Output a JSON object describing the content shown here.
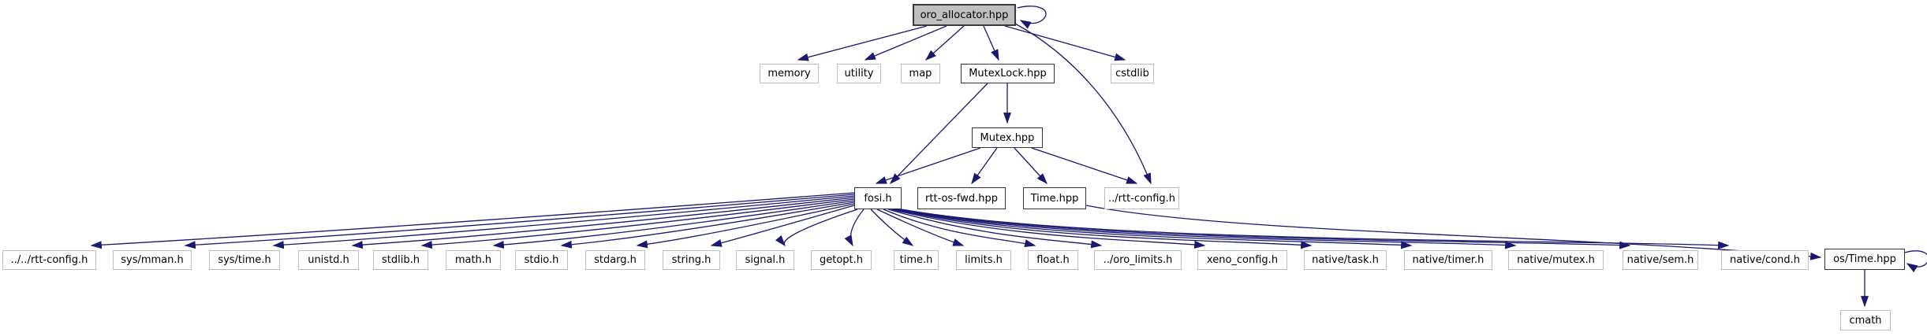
{
  "diagram": {
    "kind": "include-dependency-graph",
    "root_label": "oro_allocator.hpp",
    "colors": {
      "edge": "#191970",
      "root_fill": "#bfbfbf",
      "linked_border": "#353535",
      "plain_border": "#babfc4",
      "node_fill": "#fefefe",
      "text": "#000000"
    },
    "nodes": [
      {
        "label": "oro_allocator.hpp",
        "root": true,
        "linked": false
      },
      {
        "label": "memory",
        "linked": false
      },
      {
        "label": "utility",
        "linked": false
      },
      {
        "label": "map",
        "linked": false
      },
      {
        "label": "MutexLock.hpp",
        "linked": true
      },
      {
        "label": "cstdlib",
        "linked": false
      },
      {
        "label": "Mutex.hpp",
        "linked": true
      },
      {
        "label": "fosi.h",
        "linked": true
      },
      {
        "label": "rtt-os-fwd.hpp",
        "linked": true
      },
      {
        "label": "Time.hpp",
        "linked": true
      },
      {
        "label": "../rtt-config.h",
        "linked": false
      },
      {
        "label": "../../rtt-config.h",
        "linked": false
      },
      {
        "label": "sys/mman.h",
        "linked": false
      },
      {
        "label": "sys/time.h",
        "linked": false
      },
      {
        "label": "unistd.h",
        "linked": false
      },
      {
        "label": "stdlib.h",
        "linked": false
      },
      {
        "label": "math.h",
        "linked": false
      },
      {
        "label": "stdio.h",
        "linked": false
      },
      {
        "label": "stdarg.h",
        "linked": false
      },
      {
        "label": "string.h",
        "linked": false
      },
      {
        "label": "signal.h",
        "linked": false
      },
      {
        "label": "getopt.h",
        "linked": false
      },
      {
        "label": "time.h",
        "linked": false
      },
      {
        "label": "limits.h",
        "linked": false
      },
      {
        "label": "float.h",
        "linked": false
      },
      {
        "label": "../oro_limits.h",
        "linked": false
      },
      {
        "label": "xeno_config.h",
        "linked": false
      },
      {
        "label": "native/task.h",
        "linked": false
      },
      {
        "label": "native/timer.h",
        "linked": false
      },
      {
        "label": "native/mutex.h",
        "linked": false
      },
      {
        "label": "native/sem.h",
        "linked": false
      },
      {
        "label": "native/cond.h",
        "linked": false
      },
      {
        "label": "os/Time.hpp",
        "linked": true
      },
      {
        "label": "cmath",
        "linked": false
      }
    ],
    "edges": [
      {
        "from": "oro_allocator.hpp",
        "to": "oro_allocator.hpp"
      },
      {
        "from": "oro_allocator.hpp",
        "to": "memory"
      },
      {
        "from": "oro_allocator.hpp",
        "to": "utility"
      },
      {
        "from": "oro_allocator.hpp",
        "to": "map"
      },
      {
        "from": "oro_allocator.hpp",
        "to": "MutexLock.hpp"
      },
      {
        "from": "oro_allocator.hpp",
        "to": "cstdlib"
      },
      {
        "from": "oro_allocator.hpp",
        "to": "../rtt-config.h"
      },
      {
        "from": "MutexLock.hpp",
        "to": "Mutex.hpp"
      },
      {
        "from": "MutexLock.hpp",
        "to": "fosi.h"
      },
      {
        "from": "Mutex.hpp",
        "to": "fosi.h"
      },
      {
        "from": "Mutex.hpp",
        "to": "rtt-os-fwd.hpp"
      },
      {
        "from": "Mutex.hpp",
        "to": "Time.hpp"
      },
      {
        "from": "Mutex.hpp",
        "to": "../rtt-config.h"
      },
      {
        "from": "Time.hpp",
        "to": "os/Time.hpp"
      },
      {
        "from": "fosi.h",
        "to": "../../rtt-config.h"
      },
      {
        "from": "fosi.h",
        "to": "sys/mman.h"
      },
      {
        "from": "fosi.h",
        "to": "sys/time.h"
      },
      {
        "from": "fosi.h",
        "to": "unistd.h"
      },
      {
        "from": "fosi.h",
        "to": "stdlib.h"
      },
      {
        "from": "fosi.h",
        "to": "math.h"
      },
      {
        "from": "fosi.h",
        "to": "stdio.h"
      },
      {
        "from": "fosi.h",
        "to": "stdarg.h"
      },
      {
        "from": "fosi.h",
        "to": "string.h"
      },
      {
        "from": "fosi.h",
        "to": "signal.h"
      },
      {
        "from": "fosi.h",
        "to": "getopt.h"
      },
      {
        "from": "fosi.h",
        "to": "time.h"
      },
      {
        "from": "fosi.h",
        "to": "limits.h"
      },
      {
        "from": "fosi.h",
        "to": "float.h"
      },
      {
        "from": "fosi.h",
        "to": "../oro_limits.h"
      },
      {
        "from": "fosi.h",
        "to": "xeno_config.h"
      },
      {
        "from": "fosi.h",
        "to": "native/task.h"
      },
      {
        "from": "fosi.h",
        "to": "native/timer.h"
      },
      {
        "from": "fosi.h",
        "to": "native/mutex.h"
      },
      {
        "from": "fosi.h",
        "to": "native/sem.h"
      },
      {
        "from": "fosi.h",
        "to": "native/cond.h"
      },
      {
        "from": "os/Time.hpp",
        "to": "os/Time.hpp"
      },
      {
        "from": "os/Time.hpp",
        "to": "cmath"
      }
    ]
  }
}
